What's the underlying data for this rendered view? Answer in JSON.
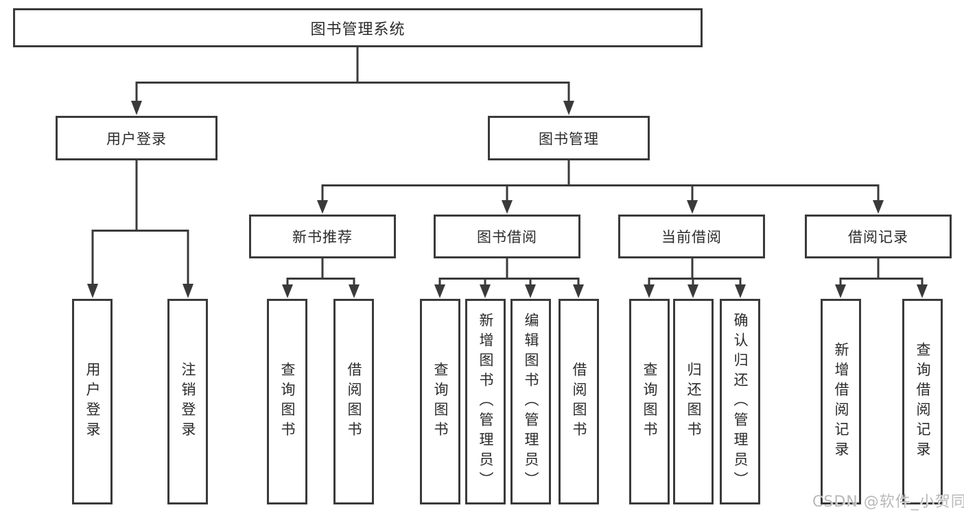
{
  "diagram": {
    "root_label": "图书管理系统",
    "branches": [
      {
        "label": "用户登录",
        "children": [
          "用户登录",
          "注销登录"
        ]
      },
      {
        "label": "图书管理",
        "sections": [
          {
            "label": "新书推荐",
            "children": [
              "查询图书",
              "借阅图书"
            ]
          },
          {
            "label": "图书借阅",
            "children": [
              "查询图书",
              "新增图书（管理员）",
              "编辑图书（管理员）",
              "借阅图书"
            ]
          },
          {
            "label": "当前借阅",
            "children": [
              "查询图书",
              "归还图书",
              "确认归还（管理员）"
            ]
          },
          {
            "label": "借阅记录",
            "children": [
              "新增借阅记录",
              "查询借阅记录"
            ]
          }
        ]
      }
    ]
  },
  "watermark": "CSDN @软件_小贺同学",
  "colors": {
    "line": "#3a3a3a",
    "box_border": "#3a3a3a",
    "text": "#2b2b2b",
    "watermark": "#b9b9b9",
    "background": "#ffffff"
  }
}
